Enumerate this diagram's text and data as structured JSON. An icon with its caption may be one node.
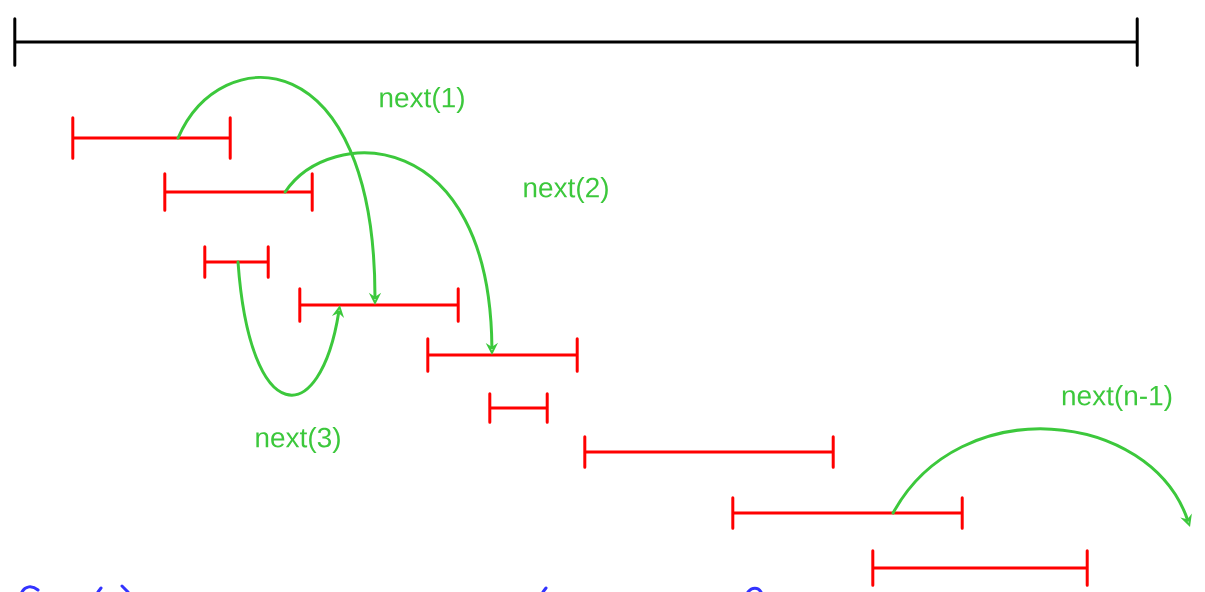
{
  "diagram": {
    "nodes": [
      {
        "text": [],
        "shape": "bar"
      },
      {
        "text": [],
        "shape": "bar"
      },
      {
        "text": [],
        "shape": "bar"
      },
      {
        "text": [],
        "shape": "bar"
      },
      {
        "text": [],
        "shape": "bar"
      },
      {
        "text": [],
        "shape": "bar"
      },
      {
        "text": [],
        "shape": "bar"
      },
      {
        "text": [],
        "shape": "bar"
      },
      {
        "text": [],
        "shape": "bar"
      },
      {
        "text": [],
        "shape": "bar"
      }
    ],
    "edges": [
      {
        "from": 1,
        "to": 4,
        "arrow": "to",
        "label": "next(1)"
      },
      {
        "from": 2,
        "to": 5,
        "arrow": "to",
        "label": "next(2)"
      },
      {
        "from": 3,
        "to": 4,
        "arrow": "to",
        "label": "next(3)"
      },
      {
        "from": 8,
        "to": null,
        "arrow": "to",
        "label": "next(n-1)"
      }
    ]
  }
}
